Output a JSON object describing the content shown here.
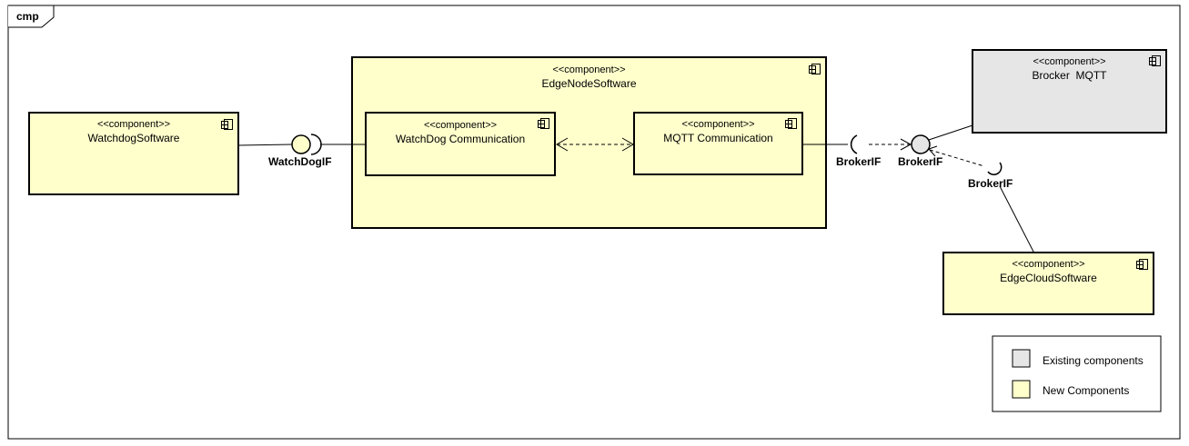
{
  "frame": {
    "label": "cmp"
  },
  "components": {
    "watchdog_software": {
      "stereotype": "<<component>>",
      "name": "WatchdogSoftware"
    },
    "edge_node_software": {
      "stereotype": "<<component>>",
      "name": "EdgeNodeSoftware"
    },
    "watchdog_communication": {
      "stereotype": "<<component>>",
      "name": "WatchDog Communication"
    },
    "mqtt_communication": {
      "stereotype": "<<component>>",
      "name": "MQTT Communication"
    },
    "brocker_mqtt": {
      "stereotype": "<<component>>",
      "name": "Brocker  MQTT"
    },
    "edge_cloud_software": {
      "stereotype": "<<component>>",
      "name": "EdgeCloudSoftware"
    }
  },
  "interfaces": {
    "watchdog_if": "WatchDogIF",
    "broker_if_required": "BrokerIF",
    "broker_if_provided": "BrokerIF",
    "broker_if_cloud": "BrokerIF"
  },
  "legend": {
    "existing_label": "Existing components",
    "new_label": "New Components"
  },
  "colors": {
    "new_component": "#ffffcc",
    "existing_component": "#e6e6e6",
    "stroke": "#000000"
  }
}
